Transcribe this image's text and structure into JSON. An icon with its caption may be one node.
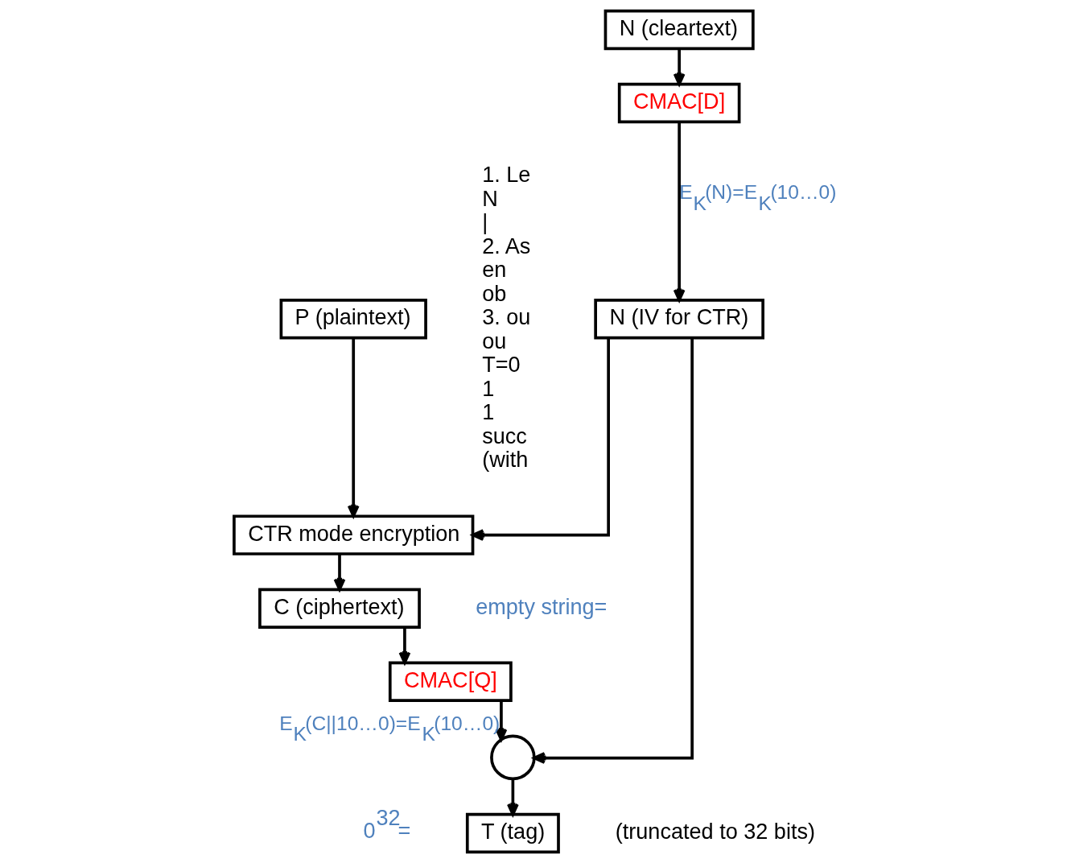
{
  "diagram": {
    "nodes": [
      {
        "text": [
          "N (cleartext)"
        ]
      },
      {
        "text": [
          "CMAC[D]"
        ]
      },
      {
        "text": [
          "N (IV for CTR)"
        ]
      },
      {
        "text": [
          "P (plaintext)"
        ]
      },
      {
        "text": [
          "CTR mode encryption"
        ]
      },
      {
        "text": [
          "C (ciphertext)"
        ],
        "beside": [
          "empty string="
        ]
      },
      {
        "text": [
          "CMAC[Q]"
        ]
      },
      {
        "text": [],
        "shape": "circle"
      },
      {
        "text": [
          "T (tag)"
        ],
        "beside": [
          "0$^{32}$=",
          "(truncated to 32 bits)"
        ]
      }
    ],
    "edges": [
      {
        "from": 0,
        "to": 1,
        "arrow": "to"
      },
      {
        "from": 1,
        "to": 2,
        "arrow": "to",
        "label": "E$_{K}$(N)=E$_{K}$(10…0)"
      },
      {
        "from": 3,
        "to": 4,
        "arrow": "to"
      },
      {
        "from": 2,
        "to": 4,
        "arrow": "to"
      },
      {
        "from": 4,
        "to": 5,
        "arrow": "to"
      },
      {
        "from": 5,
        "to": 6,
        "arrow": "to"
      },
      {
        "from": 6,
        "to": 7,
        "arrow": "to",
        "label": "E$_{K}$(C||10…0)=E$_{K}$(10…0)"
      },
      {
        "from": 2,
        "to": 7,
        "arrow": "to"
      },
      {
        "from": 7,
        "to": 8,
        "arrow": "to"
      }
    ],
    "labels": [
      "1. Le",
      "N",
      "|",
      "2. As",
      "en",
      "ob",
      "3. ou",
      "ou",
      "T=0",
      "1",
      "1",
      "succ",
      "(with"
    ]
  }
}
